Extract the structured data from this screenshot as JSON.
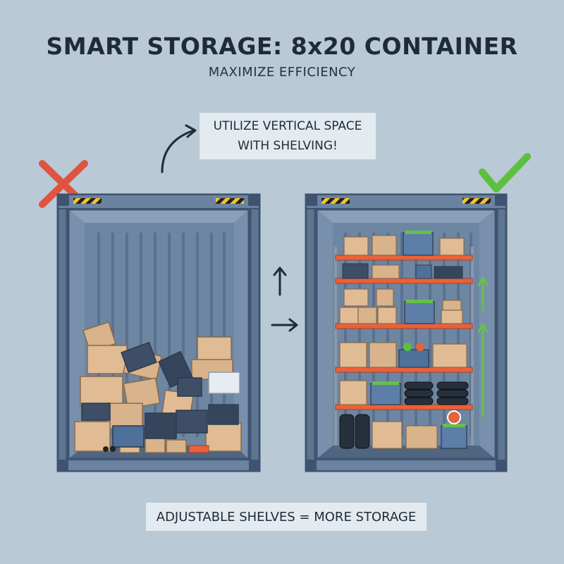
{
  "header": {
    "title": "SMART STORAGE: 8x20 CONTAINER",
    "subtitle": "MAXIMIZE EFFICIENCY"
  },
  "callout": {
    "line1": "UTILIZE VERTICAL SPACE",
    "line2": "WITH SHELVING!"
  },
  "footer": {
    "caption": "ADJUSTABLE SHELVES = MORE STORAGE"
  },
  "icons": {
    "bad": "x-mark-icon",
    "good": "check-mark-icon",
    "up": "arrow-up-icon",
    "right": "arrow-right-icon",
    "curved": "curved-arrow-icon"
  },
  "colors": {
    "background": "#b9c9d6",
    "container": "#6d86a2",
    "bad_mark": "#e0533f",
    "good_mark": "#5cbf3e",
    "shelf": "#e8623a",
    "box": "#d9b38c",
    "green_arrow": "#66c04a"
  }
}
